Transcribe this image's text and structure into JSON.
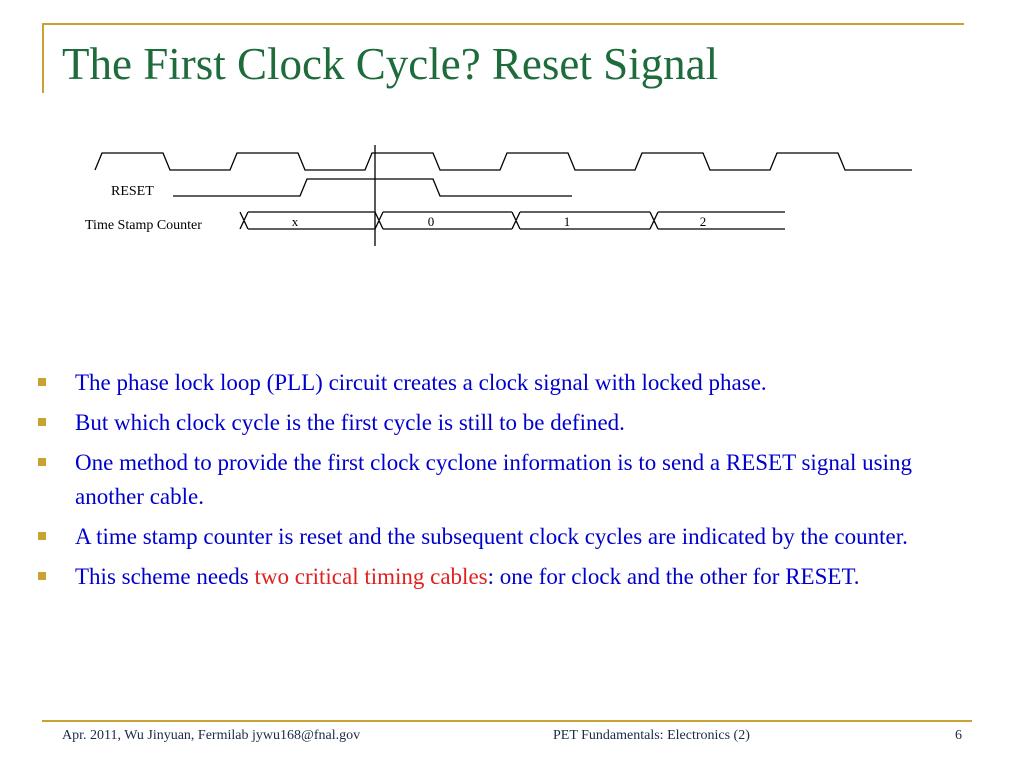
{
  "slide": {
    "title": "The First Clock Cycle? Reset Signal"
  },
  "timing_diagram": {
    "signals": [
      {
        "name": "",
        "kind": "clock"
      },
      {
        "name": "RESET",
        "kind": "pulse"
      },
      {
        "name": "Time Stamp Counter",
        "kind": "bus",
        "values": [
          "x",
          "0",
          "1",
          "2"
        ]
      }
    ]
  },
  "bullets": [
    {
      "parts": [
        {
          "text": "The phase lock loop (PLL) circuit creates a clock signal with locked phase."
        }
      ]
    },
    {
      "parts": [
        {
          "text": "But which clock cycle is the first cycle is still to be defined."
        }
      ]
    },
    {
      "parts": [
        {
          "text": "One method to provide the first clock cyclone information is to send a RESET signal using another cable."
        }
      ]
    },
    {
      "parts": [
        {
          "text": "A time stamp counter is reset and the subsequent clock cycles are indicated by the counter."
        }
      ]
    },
    {
      "parts": [
        {
          "text": "This scheme needs "
        },
        {
          "text": "two critical timing cables",
          "highlight": true
        },
        {
          "text": ": one for clock and the other for RESET."
        }
      ]
    }
  ],
  "footer": {
    "left": "Apr. 2011, Wu Jinyuan, Fermilab jywu168@fnal.gov",
    "center": "PET Fundamentals: Electronics (2)",
    "page_number": "6"
  },
  "colors": {
    "title": "#1e6b3c",
    "accent_gold": "#c9a233",
    "body_text": "#0000cc",
    "highlight": "#e02020"
  }
}
